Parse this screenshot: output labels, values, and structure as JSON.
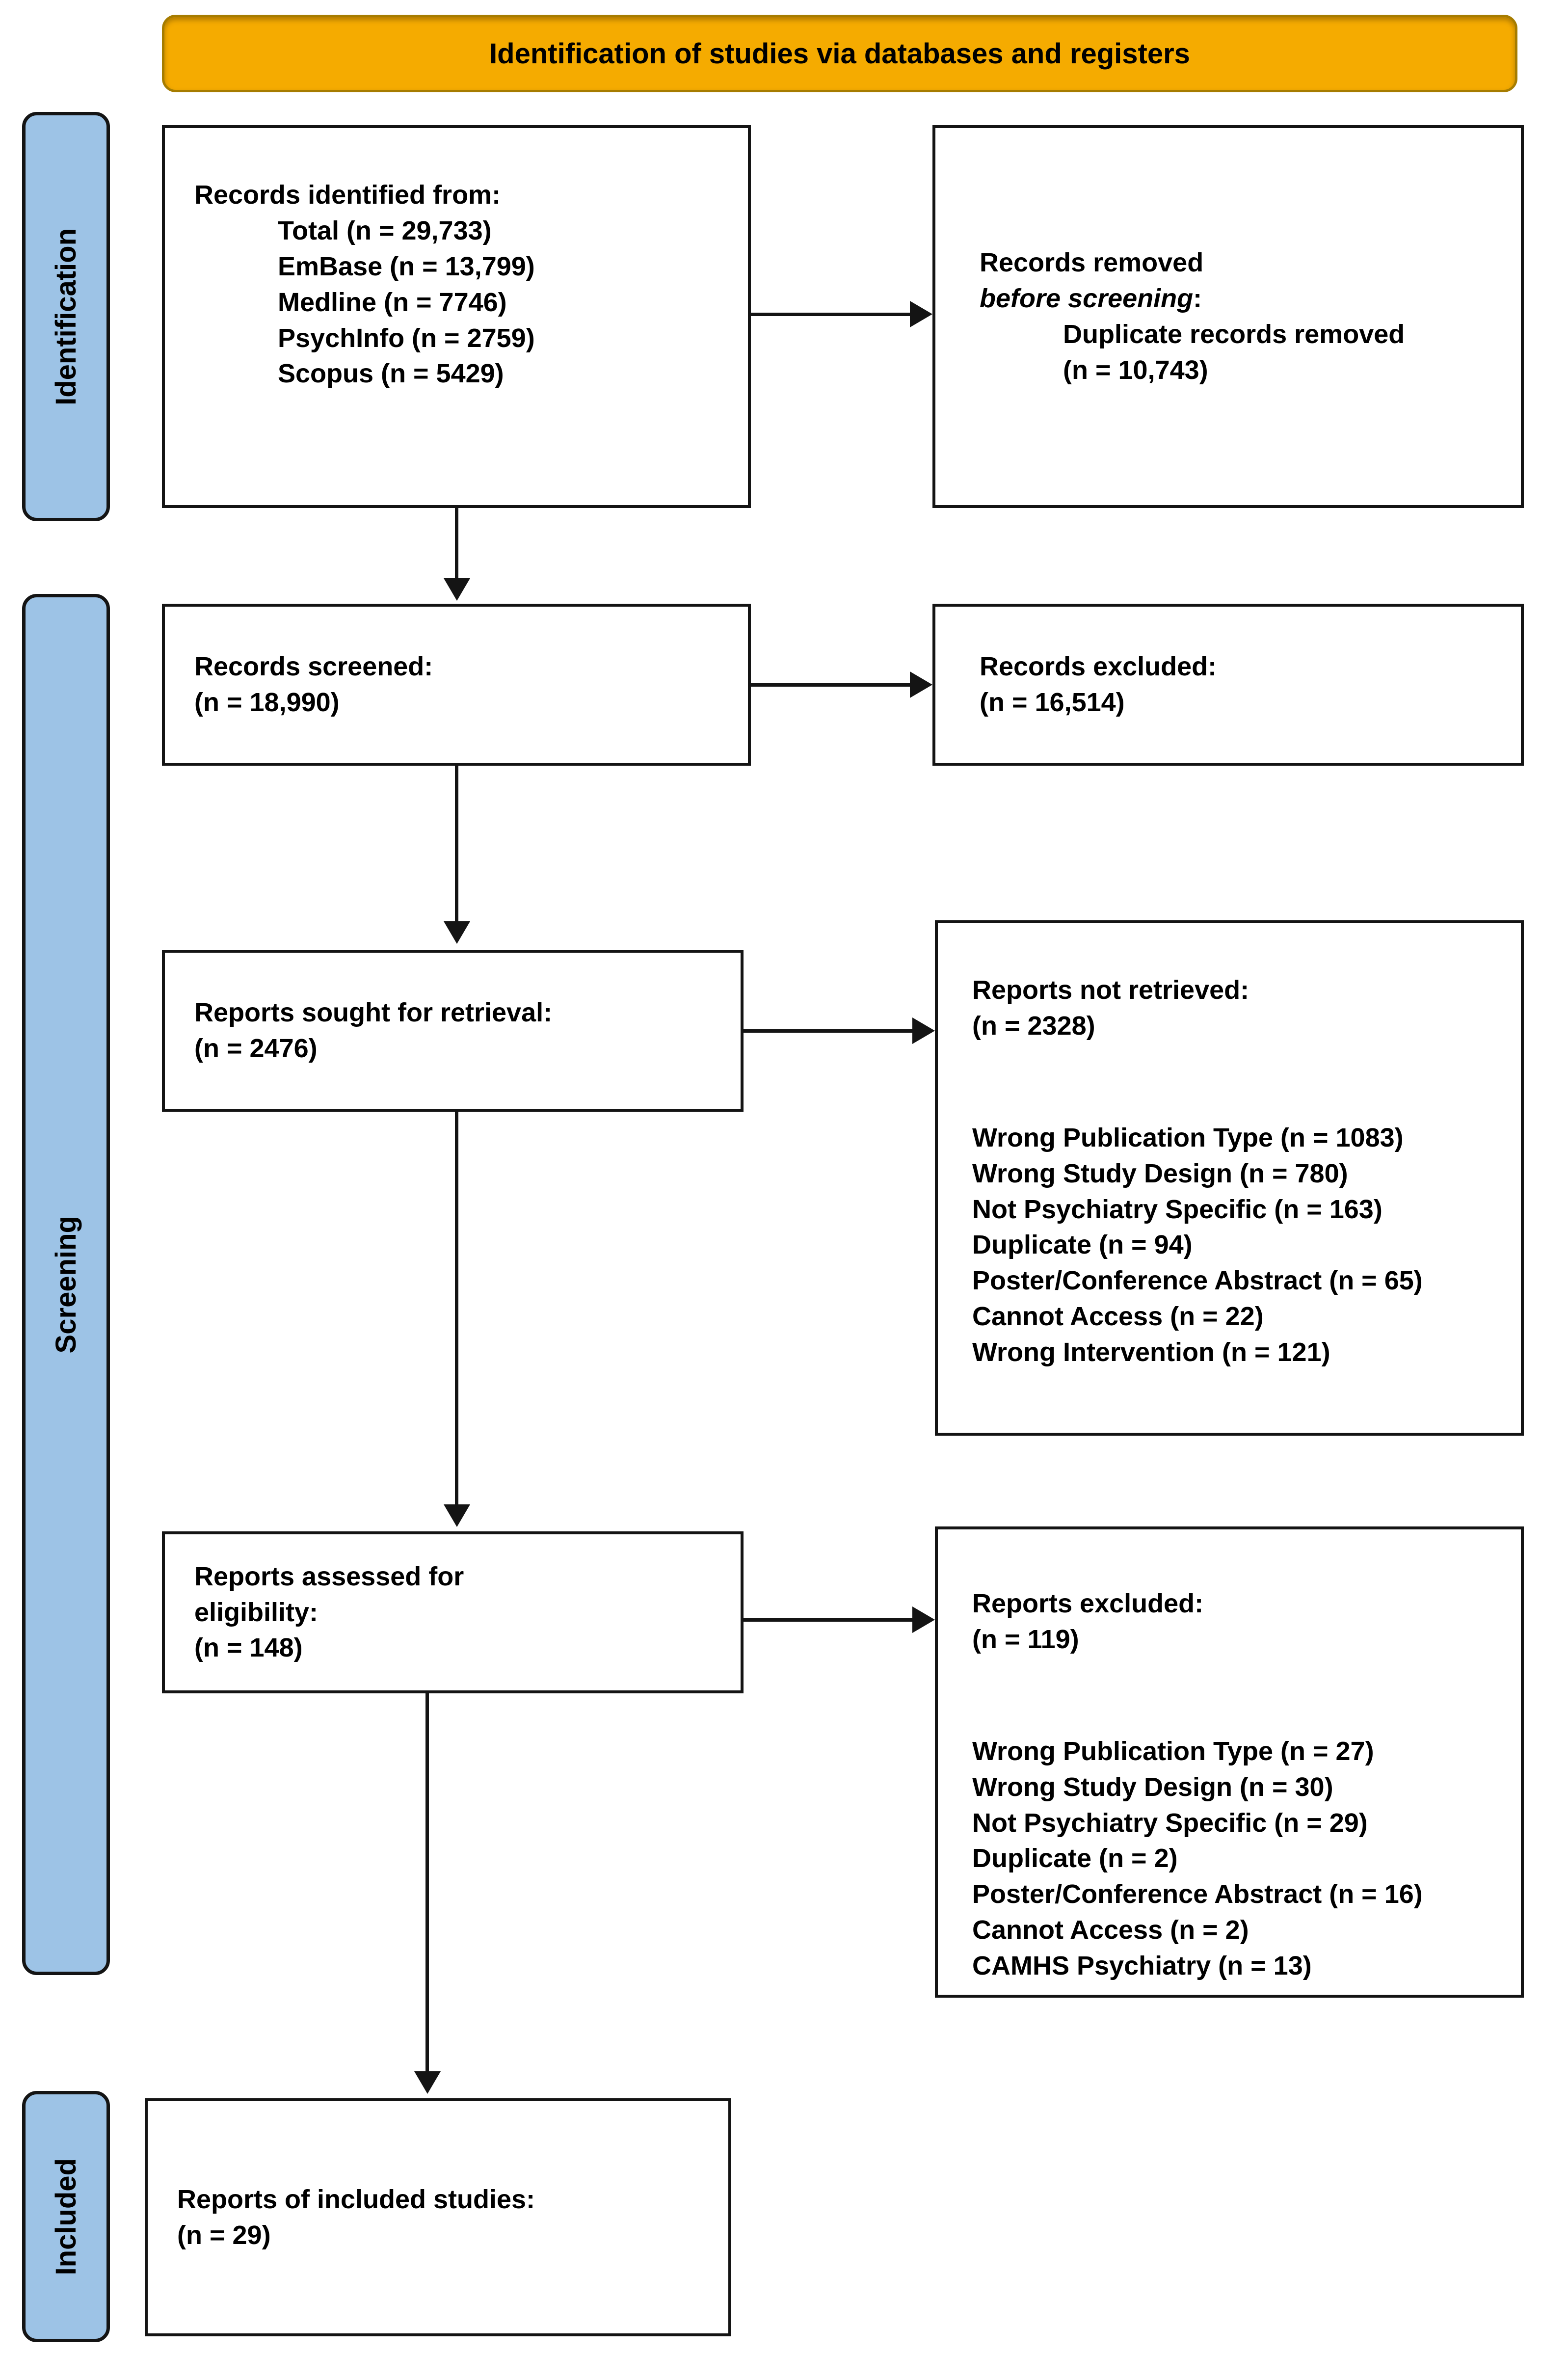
{
  "header": {
    "title": "Identification of studies via databases and registers"
  },
  "sidebar": {
    "identification": "Identification",
    "screening": "Screening",
    "included": "Included"
  },
  "boxes": {
    "records_identified": {
      "title": "Records identified from:",
      "items": [
        "Total (n = 29,733)",
        "EmBase (n = 13,799)",
        "Medline (n = 7746)",
        "PsychInfo (n = 2759)",
        "Scopus (n = 5429)"
      ]
    },
    "records_removed": {
      "line1": "Records removed",
      "line2_italic": "before screening",
      "line2_colon": ":",
      "detail_line1": "Duplicate records removed",
      "detail_line2": "(n = 10,743)"
    },
    "records_screened": {
      "line1": "Records screened:",
      "line2": "(n = 18,990)"
    },
    "records_excluded": {
      "line1": "Records excluded:",
      "line2": "(n = 16,514)"
    },
    "reports_sought": {
      "line1": "Reports sought for retrieval:",
      "line2": "(n = 2476)"
    },
    "reports_not_retrieved": {
      "title": "Reports not retrieved:",
      "count": "(n = 2328)",
      "reasons": [
        "Wrong Publication Type (n = 1083)",
        "Wrong Study Design (n = 780)",
        "Not Psychiatry Specific (n = 163)",
        "Duplicate (n = 94)",
        "Poster/Conference Abstract (n = 65)",
        "Cannot Access (n = 22)",
        "Wrong Intervention (n = 121)"
      ]
    },
    "reports_assessed": {
      "line1": "Reports assessed for",
      "line2": "eligibility:",
      "line3": "(n = 148)"
    },
    "reports_excluded": {
      "title": "Reports excluded:",
      "count": "(n = 119)",
      "reasons": [
        "Wrong Publication Type (n = 27)",
        "Wrong Study Design (n = 30)",
        "Not Psychiatry Specific (n = 29)",
        "Duplicate (n = 2)",
        "Poster/Conference Abstract (n = 16)",
        "Cannot Access (n = 2)",
        "CAMHS Psychiatry (n = 13)"
      ]
    },
    "included_studies": {
      "line1": "Reports of included studies:",
      "line2": "(n = 29)"
    }
  },
  "colors": {
    "banner_fill": "#F5AB00",
    "sidebar_fill": "#9DC3E6",
    "line": "#141414"
  }
}
